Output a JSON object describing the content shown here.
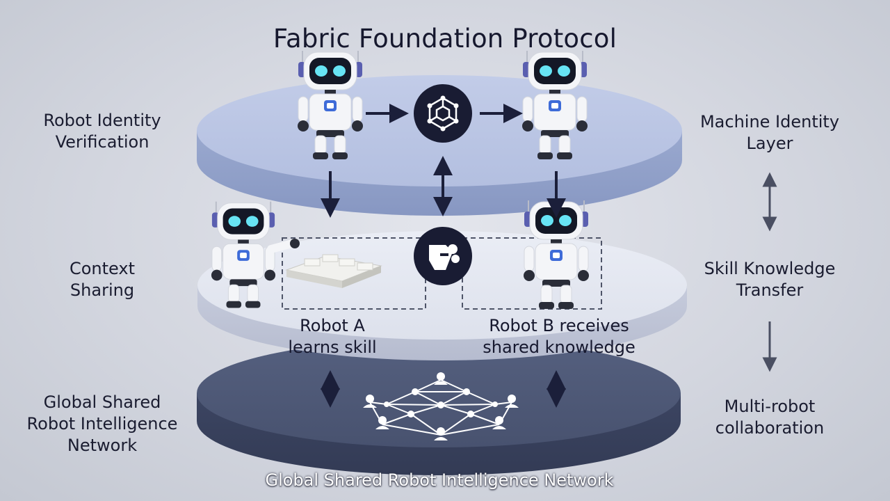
{
  "title": "Fabric Foundation Protocol",
  "left_labels": {
    "top": [
      "Robot Identity",
      "Verification"
    ],
    "middle": [
      "Context",
      "Sharing"
    ],
    "bottom": [
      "Global Shared",
      "Robot Intelligence",
      "Network"
    ]
  },
  "right_labels": {
    "top": [
      "Machine Identity",
      "Layer"
    ],
    "middle": [
      "Skill Knowledge",
      "Transfer"
    ],
    "bottom": [
      "Multi-robot",
      "collaboration"
    ]
  },
  "robot_a_caption": [
    "Robot A",
    "learns skill"
  ],
  "robot_b_caption": [
    "Robot B receives",
    "shared knowledge"
  ],
  "bottom_caption": "Global Shared Robot Intelligence Network",
  "icons": {
    "identity_hub": "network-hexagon-icon",
    "skill_transfer": "hand-transfer-icon",
    "network": "node-network-icon"
  },
  "colors": {
    "top_layer": "#b8c4e2",
    "middle_layer": "#dfe3ef",
    "bottom_layer": "#4b5574",
    "arrow": "#1b1f3a",
    "robot_eye": "#67e4f4"
  }
}
